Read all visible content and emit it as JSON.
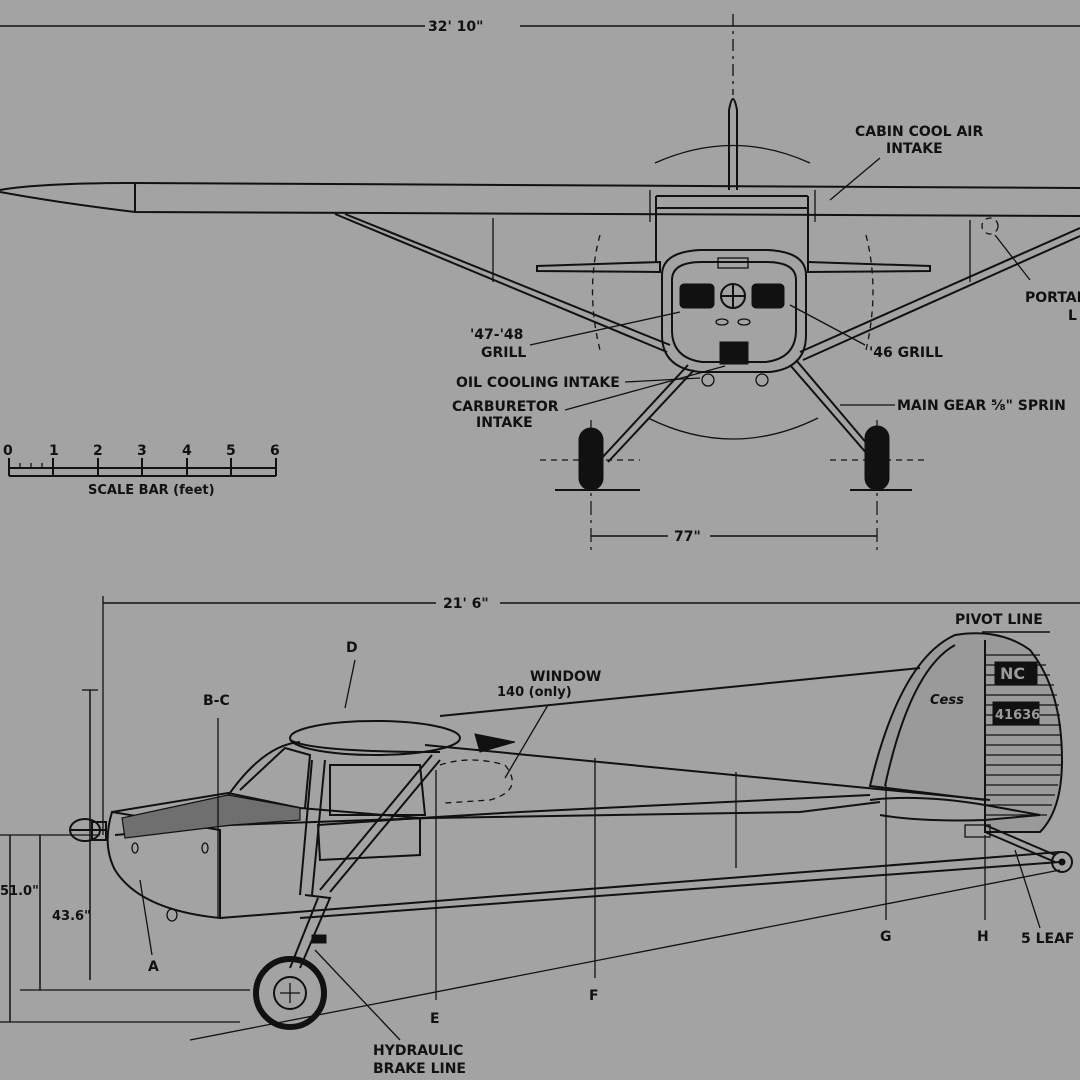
{
  "front_view": {
    "span": "32' 10\"",
    "cabin_cool_air_intake": [
      "CABIN COOL AIR",
      "INTAKE"
    ],
    "portable_light": [
      "PORTAB",
      "L"
    ],
    "grill_47_48": [
      "'47-'48",
      "GRILL"
    ],
    "grill_46": "'46 GRILL",
    "oil_cooling_intake": "OIL COOLING INTAKE",
    "carburetor_intake": [
      "CARBURETOR",
      "INTAKE"
    ],
    "main_gear_spring": "MAIN GEAR ⅝\" SPRIN",
    "gear_track": "77\""
  },
  "scale_bar": {
    "ticks": [
      "0",
      "1",
      "2",
      "3",
      "4",
      "5",
      "6"
    ],
    "label": "SCALE BAR (feet)"
  },
  "side_view": {
    "length": "21' 6\"",
    "pivot_line": "PIVOT LINE",
    "window": [
      "WINDOW",
      "140 (only)"
    ],
    "registration": [
      "NC",
      "41636"
    ],
    "rudder_logo": "Cess",
    "station_a": "A",
    "station_bc": "B-C",
    "station_d": "D",
    "station_e": "E",
    "station_f": "F",
    "station_g": "G",
    "station_h": "H",
    "tail_spring": "5 LEAF",
    "height_1": "51.0\"",
    "height_2": "43.6\"",
    "hydraulic_brake_line": [
      "HYDRAULIC",
      "BRAKE LINE"
    ]
  }
}
